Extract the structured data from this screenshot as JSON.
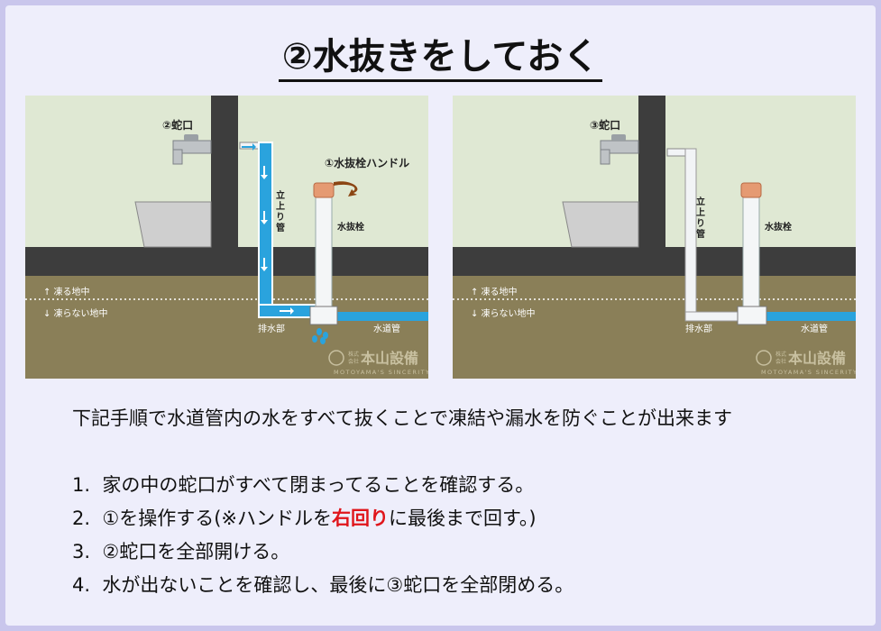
{
  "title": "②水抜きをしておく",
  "left_diagram": {
    "faucet_label": "②蛇口",
    "handle_label": "①水抜栓ハンドル",
    "riser_label": "立\n上\nり\n管",
    "valve_label": "水抜栓",
    "frost_label": "↑ 凍る地中",
    "nofrost_label": "↓ 凍らない地中",
    "drain_label": "排水部",
    "main_label": "水道管",
    "logo_small": "株式\n会社",
    "logo_name": "本山設備",
    "logo_sub": "MOTOYAMA'S SINCERITY"
  },
  "right_diagram": {
    "faucet_label": "③蛇口",
    "riser_label": "立\n上\nり\n管",
    "valve_label": "水抜栓",
    "frost_label": "↑ 凍る地中",
    "nofrost_label": "↓ 凍らない地中",
    "drain_label": "排水部",
    "main_label": "水道管",
    "logo_small": "株式\n会社",
    "logo_name": "本山設備",
    "logo_sub": "MOTOYAMA'S SINCERITY"
  },
  "description": "下記手順で水道管内の水をすべて抜くことで凍結や漏水を防ぐことが出来ます",
  "steps": [
    {
      "num": "1.",
      "text": "家の中の蛇口がすべて閉まってることを確認する。"
    },
    {
      "num": "2.",
      "text_before": "①を操作する(※ハンドルを",
      "highlight": "右回り",
      "text_after": "に最後まで回す。)"
    },
    {
      "num": "3.",
      "text": "②蛇口を全部開ける。"
    },
    {
      "num": "4.",
      "text": "水が出ないことを確認し、最後に③蛇口を全部閉める。"
    }
  ],
  "colors": {
    "background": "#eeeefb",
    "border": "#c9c6ec",
    "wall_air": "#dfe8d3",
    "wall": "#3b3b3b",
    "ground": "#8a7f58",
    "pipe_water": "#2aa3dd",
    "pipe_empty": "#f2f4f6",
    "highlight": "#e0151b",
    "handle": "#e59a72"
  }
}
